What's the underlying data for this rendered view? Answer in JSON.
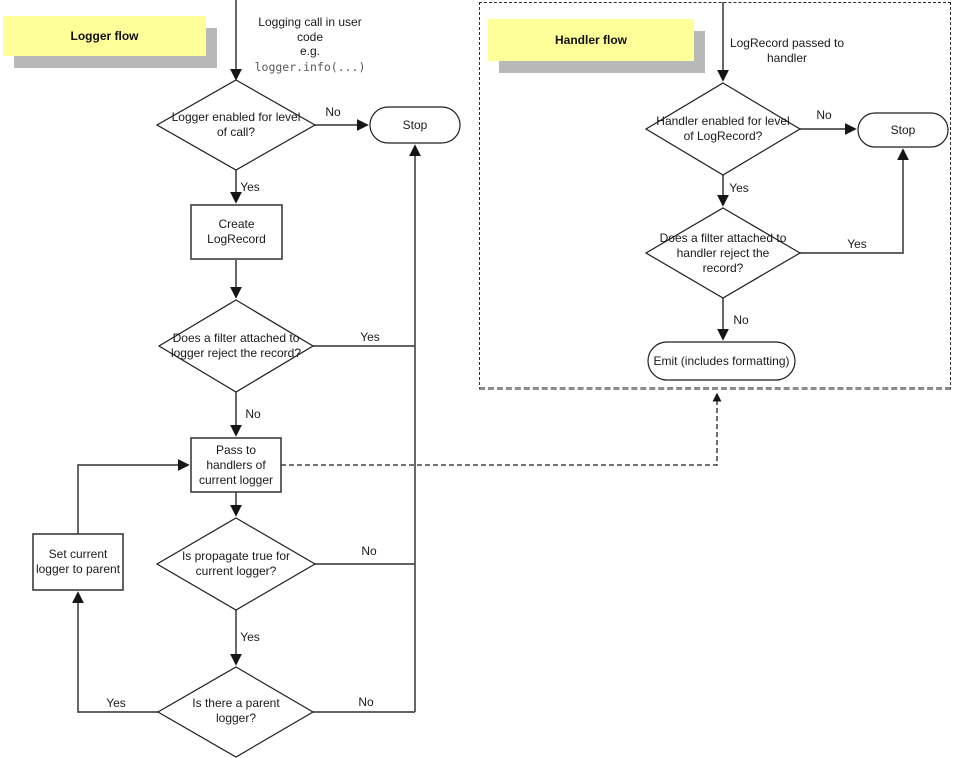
{
  "labels": {
    "yes": "Yes",
    "no": "No"
  },
  "logger_flow": {
    "title": "Logger flow",
    "start": {
      "line1": "Logging call in user code",
      "line2": "e.g.",
      "code": "logger.info(...)"
    },
    "nodes": {
      "level_check": "Logger enabled for level of call?",
      "stop": "Stop",
      "create": "Create LogRecord",
      "filter_check": "Does a filter attached to logger reject the record?",
      "pass": "Pass to handlers of current logger",
      "propagate_check": "Is propagate true for current logger?",
      "parent_check": "Is there a parent logger?",
      "set_parent": "Set current logger to parent"
    }
  },
  "handler_flow": {
    "title": "Handler flow",
    "start": "LogRecord passed to handler",
    "nodes": {
      "level_check": "Handler enabled for level of LogRecord?",
      "stop": "Stop",
      "filter_check": "Does a filter attached to handler reject the record?",
      "emit": "Emit (includes formatting)"
    }
  },
  "colors": {
    "sticky_note": "#FFFF99",
    "sticky_shadow": "#B8B8B8",
    "connector": "#4D4D4D",
    "shape_outline": "#1F1F1F",
    "code_text": "#595959"
  }
}
